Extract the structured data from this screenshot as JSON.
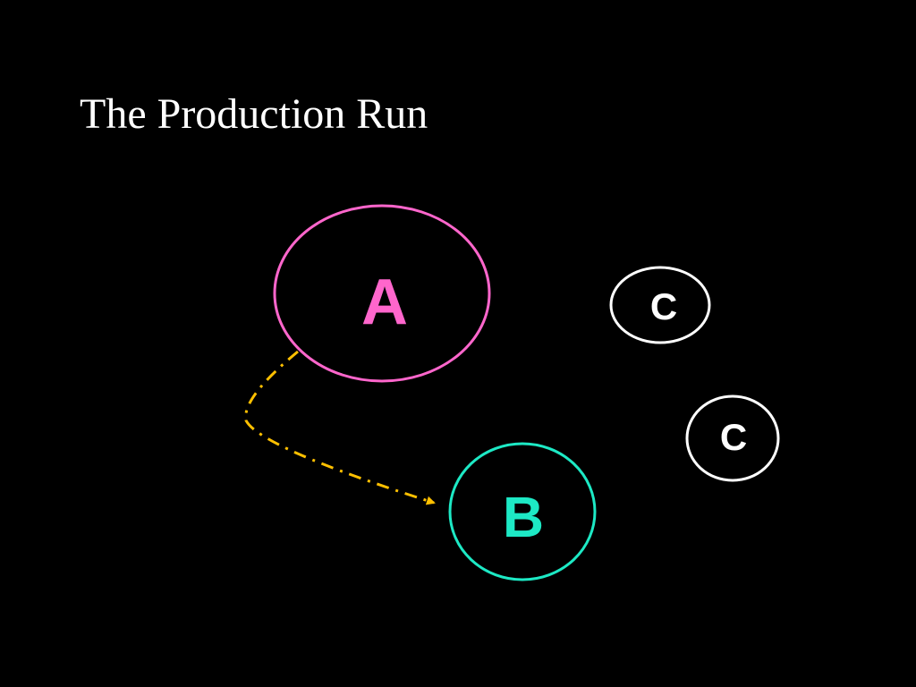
{
  "slide": {
    "title": "The Production Run",
    "background": "#000000"
  },
  "diagram": {
    "nodes": [
      {
        "id": "a",
        "label": "A",
        "color": "#ff66cc"
      },
      {
        "id": "b",
        "label": "B",
        "color": "#1de9c5"
      },
      {
        "id": "c1",
        "label": "C",
        "color": "#ffffff"
      },
      {
        "id": "c2",
        "label": "C",
        "color": "#ffffff"
      }
    ],
    "edges": [
      {
        "from": "a",
        "to": "b",
        "style": "dash-dot",
        "color": "#ffc000",
        "arrow": "end"
      }
    ]
  }
}
